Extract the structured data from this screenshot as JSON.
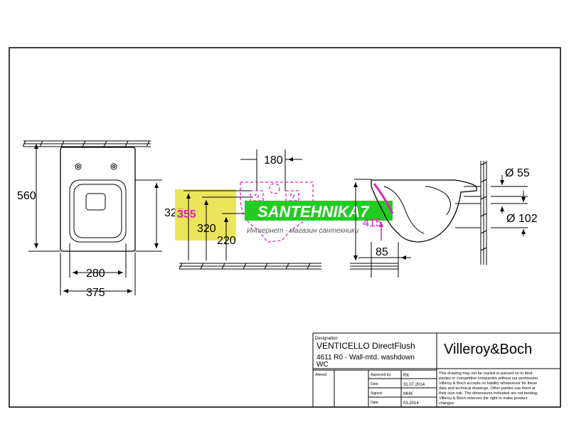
{
  "front_view": {
    "height": "560",
    "seat_height": "325",
    "inner_width": "280",
    "outer_width": "375"
  },
  "rear_view": {
    "spacing": "180",
    "height_a": "355",
    "height_b": "320",
    "height_c": "220"
  },
  "side_view": {
    "inlet_diameter": "Ø 55",
    "outlet_diameter": "Ø 102",
    "outlet_height": "415",
    "outlet_offset": "85"
  },
  "watermark": {
    "name": "SANTEHNIKA7",
    "slogan": "Интернет - магазин сантехники"
  },
  "title_block": {
    "designation_label": "Designation",
    "product_name": "VENTICELLO DirectFlush",
    "product_code": "4611 R0 - Wall-mtd. washdown",
    "product_type": "WC",
    "brand": "Villeroy&Boch",
    "altered_label": "Altered:",
    "approved_label": "Approved by:",
    "approved_value": "RK",
    "date_label": "Date:",
    "date_value_1": "31.07.2014",
    "signed_label": "Signed:",
    "signed_value": "MHK",
    "date_value_2": "03.2014",
    "disclaimer_lines": [
      "This drawing may not be copied or passed on to third",
      "parties or competitive companies without our permission.",
      "Villeroy & Boch accepts no liability whatsoever for these",
      "data and technical drawings. Other parties use them at",
      "their own risk. The dimensions indicated are not binding.",
      "Villeroy & Boch reserves the right to make product",
      "changes."
    ]
  },
  "colors": {
    "line": "#000000",
    "highlight": "#e8e040",
    "magenta": "#e020c0",
    "watermark_green": "#22cc22"
  }
}
